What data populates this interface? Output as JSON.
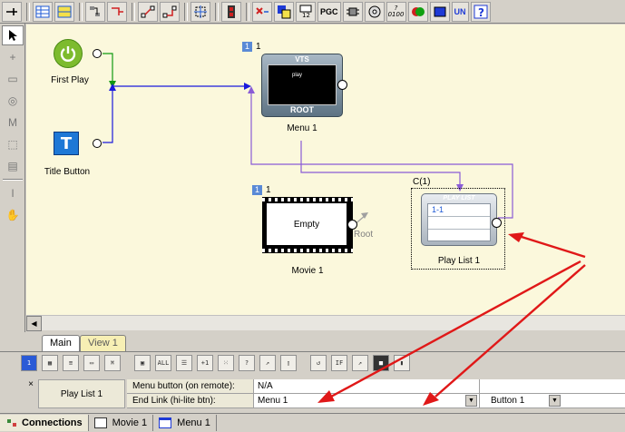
{
  "toolbar": {
    "pgc_label": "PGC",
    "dot_label": "0100",
    "q_label": "?",
    "un_label": "UN",
    "n12_label": "12"
  },
  "palette": {
    "items": [
      "select-arrow",
      "add-node",
      "add-link",
      "add-button",
      "add-marker",
      "group",
      "properties",
      "text-tool",
      "hand-tool"
    ]
  },
  "canvas": {
    "first_play": {
      "label": "First Play"
    },
    "title_button": {
      "label": "Title Button"
    },
    "menu": {
      "badge": "1",
      "index": "1",
      "top_text": "VTS",
      "play_text": "play",
      "bottom_text": "ROOT",
      "label": "Menu 1"
    },
    "movie": {
      "badge": "1",
      "index": "1",
      "content": "Empty",
      "root_label": "Root",
      "label": "Movie 1"
    },
    "playlist": {
      "c_label": "C(1)",
      "header": "PLAY LIST",
      "row1": "1-1",
      "label": "Play List 1"
    }
  },
  "tabs": [
    {
      "label": "Main"
    },
    {
      "label": "View 1"
    }
  ],
  "props": {
    "close_glyph": "×",
    "object_name": "Play List 1",
    "rows": [
      {
        "key": "Menu button (on remote):",
        "value": "N/A",
        "value2": ""
      },
      {
        "key": "End Link (hi-lite btn):",
        "value": "Menu 1",
        "value2": "Button 1"
      }
    ]
  },
  "bottom_tabs": [
    {
      "label": "Connections"
    },
    {
      "label": "Movie 1"
    },
    {
      "label": "Menu 1"
    }
  ],
  "colors": {
    "canvas_bg": "#fbf8dc",
    "wire_blue": "#1a1adc",
    "wire_purple": "#8a5cd6",
    "wire_green": "#109a10",
    "arrow_red": "#e01818",
    "selected_tab": "#ffffff",
    "view_tab": "#f7efb4"
  }
}
